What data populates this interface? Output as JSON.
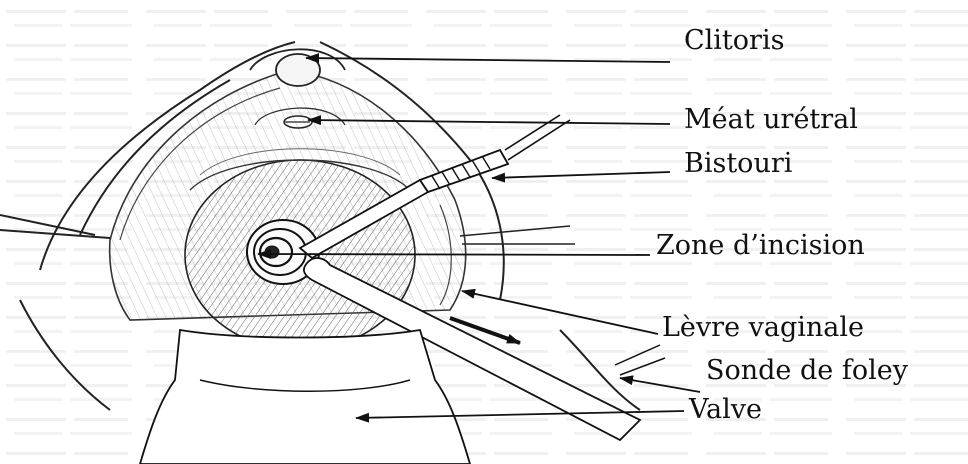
{
  "figure": {
    "labels": [
      {
        "id": "clitoris",
        "text": "Clitoris"
      },
      {
        "id": "meat-uretral",
        "text": "Méat urétral"
      },
      {
        "id": "bistouri",
        "text": "Bistouri"
      },
      {
        "id": "zone-incision",
        "text": "Zone d’incision"
      },
      {
        "id": "levre-vaginale",
        "text": "Lèvre vaginale"
      },
      {
        "id": "sonde-foley",
        "text": "Sonde de foley"
      },
      {
        "id": "valve",
        "text": "Valve"
      }
    ]
  }
}
